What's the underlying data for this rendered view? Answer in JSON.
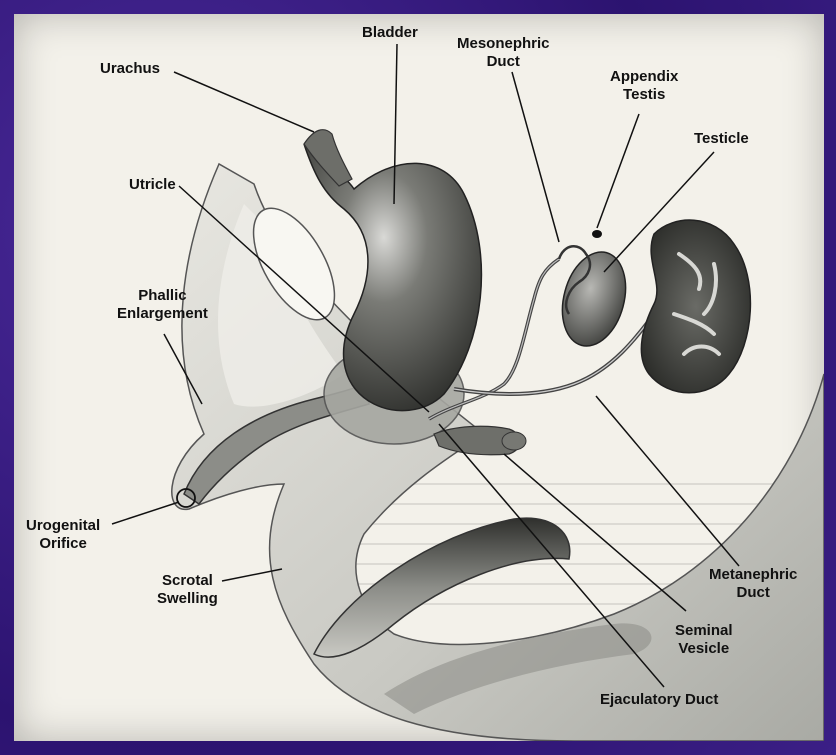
{
  "labels": {
    "bladder": "Bladder",
    "mesonephric": [
      "Mesonephric",
      "Duct"
    ],
    "appendix": [
      "Appendix",
      "Testis"
    ],
    "urachus": "Urachus",
    "testicle": "Testicle",
    "utricle": "Utricle",
    "phallic": [
      "Phallic",
      "Enlargement"
    ],
    "urogenital": [
      "Urogenital",
      "Orifice"
    ],
    "scrotal": [
      "Scrotal",
      "Swelling"
    ],
    "metanephric": [
      "Metanephric",
      "Duct"
    ],
    "seminal": [
      "Seminal",
      "Vesicle"
    ],
    "ejaculatory": "Ejaculatory Duct"
  }
}
